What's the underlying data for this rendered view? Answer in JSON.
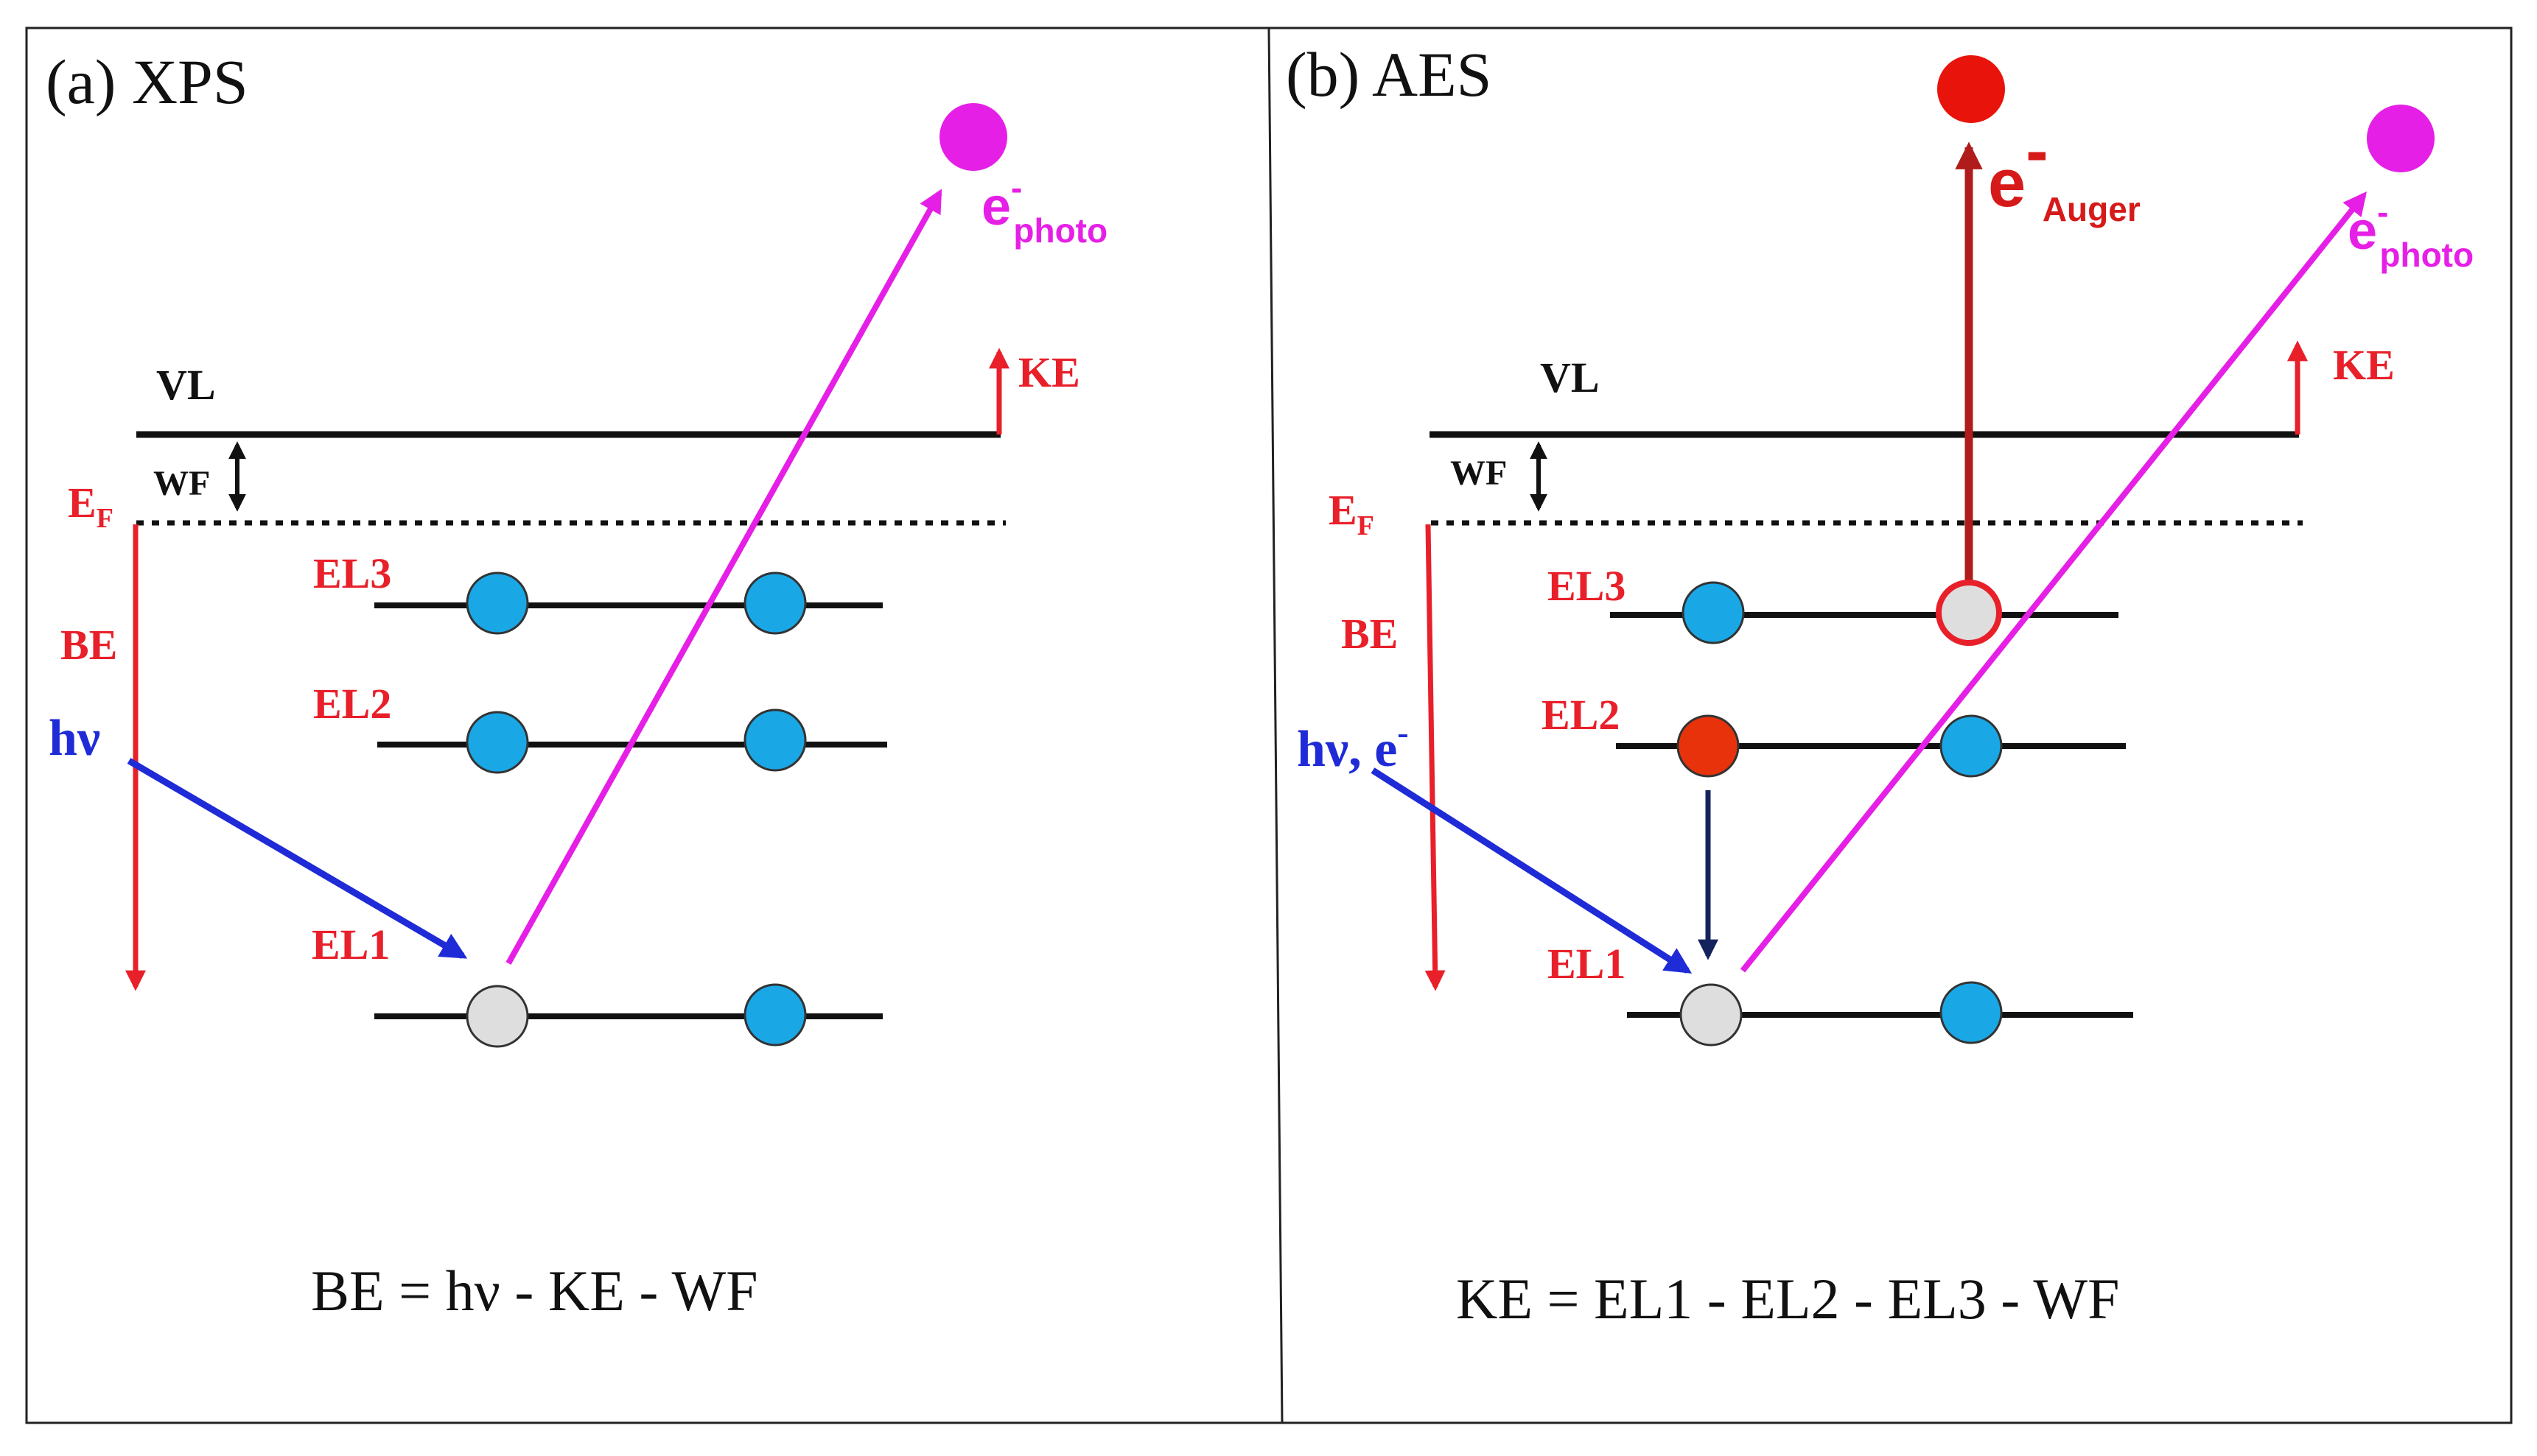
{
  "colors": {
    "energy_red": "#e8202a",
    "photon_blue": "#1f2bd6",
    "photoelectron_magenta": "#e61fe6",
    "electron_cyan": "#1aa7e6",
    "vacancy_grey": "#dedede",
    "auger_red": "#e8140c",
    "auger_arrow": "#b01c1c",
    "transition_navy": "#14235e",
    "level_black": "#111111"
  },
  "panel_a": {
    "title": "(a) XPS",
    "vl_label": "VL",
    "wf_label": "WF",
    "ef_label": "E",
    "ef_sub": "F",
    "be_label": "BE",
    "hv_label": "hν",
    "ke_label": "KE",
    "el3_label": "EL3",
    "el2_label": "EL2",
    "el1_label": "EL1",
    "photo_label": "e",
    "photo_sup": "-",
    "photo_sub": "photo",
    "equation": "BE = hν - KE - WF"
  },
  "panel_b": {
    "title": "(b) AES",
    "vl_label": "VL",
    "wf_label": "WF",
    "ef_label": "E",
    "ef_sub": "F",
    "be_label": "BE",
    "hv_label": "hν, e",
    "hv_sup": "-",
    "ke_label": "KE",
    "el3_label": "EL3",
    "el2_label": "EL2",
    "el1_label": "EL1",
    "photo_label": "e",
    "photo_sup": "-",
    "photo_sub": "photo",
    "auger_label": "e",
    "auger_sup": "-",
    "auger_sub": "Auger",
    "equation": "KE = EL1 - EL2 - EL3 - WF"
  }
}
